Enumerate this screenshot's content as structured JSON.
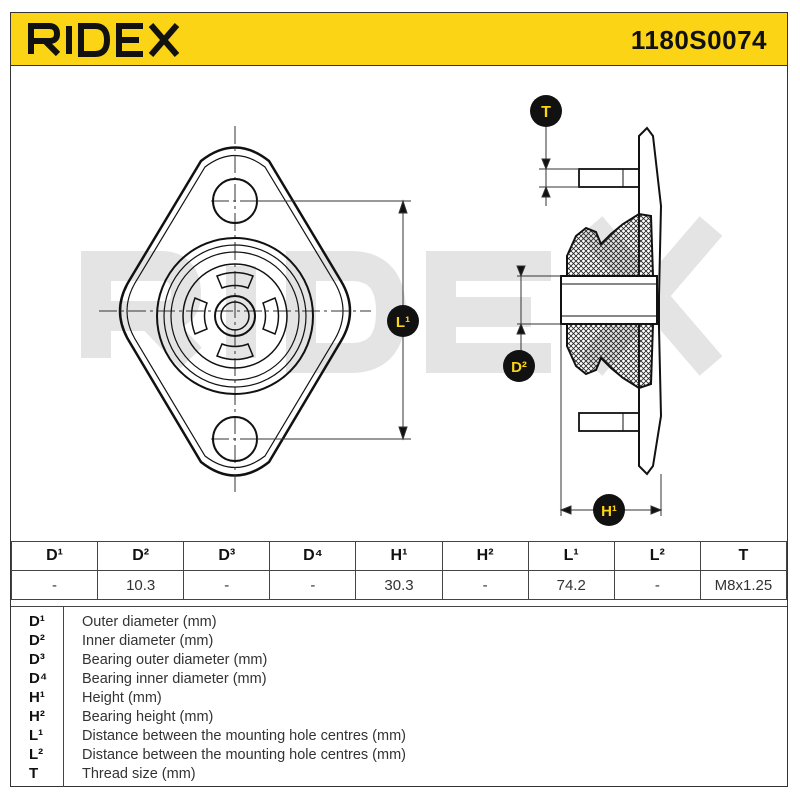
{
  "brand": {
    "logo_text": "RIDEX",
    "part_number": "1180S0074",
    "accent_color": "#fbd415",
    "watermark_color": "#e6e6e6"
  },
  "drawing": {
    "callouts": {
      "T": "T",
      "L1": "L¹",
      "D2": "D²",
      "H1": "H¹"
    }
  },
  "table": {
    "headers": [
      "D¹",
      "D²",
      "D³",
      "D⁴",
      "H¹",
      "H²",
      "L¹",
      "L²",
      "T"
    ],
    "values": [
      "-",
      "10.3",
      "-",
      "-",
      "30.3",
      "-",
      "74.2",
      "-",
      "M8x1.25"
    ]
  },
  "legend": [
    {
      "code": "D¹",
      "desc": "Outer diameter (mm)"
    },
    {
      "code": "D²",
      "desc": "Inner diameter (mm)"
    },
    {
      "code": "D³",
      "desc": "Bearing outer diameter (mm)"
    },
    {
      "code": "D⁴",
      "desc": "Bearing inner diameter (mm)"
    },
    {
      "code": "H¹",
      "desc": "Height (mm)"
    },
    {
      "code": "H²",
      "desc": "Bearing height (mm)"
    },
    {
      "code": "L¹",
      "desc": "Distance between the mounting hole centres (mm)"
    },
    {
      "code": "L²",
      "desc": "Distance between the mounting hole centres (mm)"
    },
    {
      "code": "T",
      "desc": "Thread size (mm)"
    }
  ]
}
